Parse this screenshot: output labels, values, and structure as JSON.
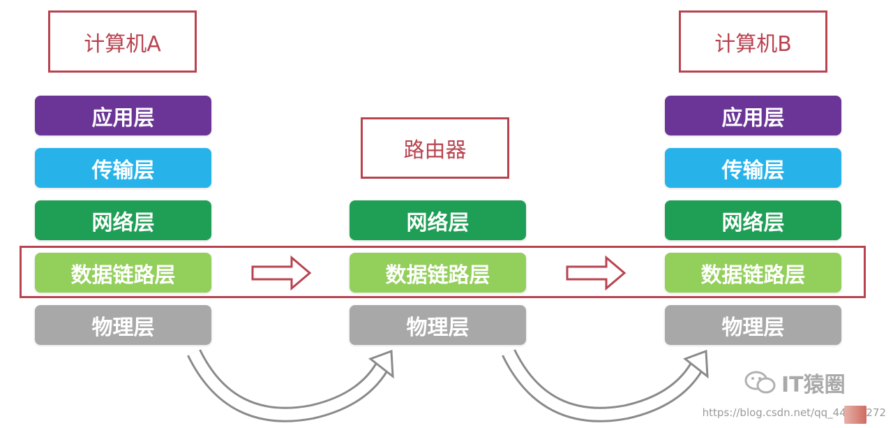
{
  "nodes": {
    "computer_a": "计算机A",
    "router": "路由器",
    "computer_b": "计算机B"
  },
  "layers": {
    "application": "应用层",
    "transport": "传输层",
    "network": "网络层",
    "datalink": "数据链路层",
    "physical": "物理层"
  },
  "colors": {
    "application": "#6a3596",
    "transport": "#27b3ea",
    "network": "#1f9f55",
    "datalink": "#93cf5b",
    "physical": "#a8a8a8",
    "accent": "#b8434f"
  },
  "watermark": {
    "brand": "IT猿圈",
    "url": "https://blog.csdn.net/qq_44209272"
  }
}
